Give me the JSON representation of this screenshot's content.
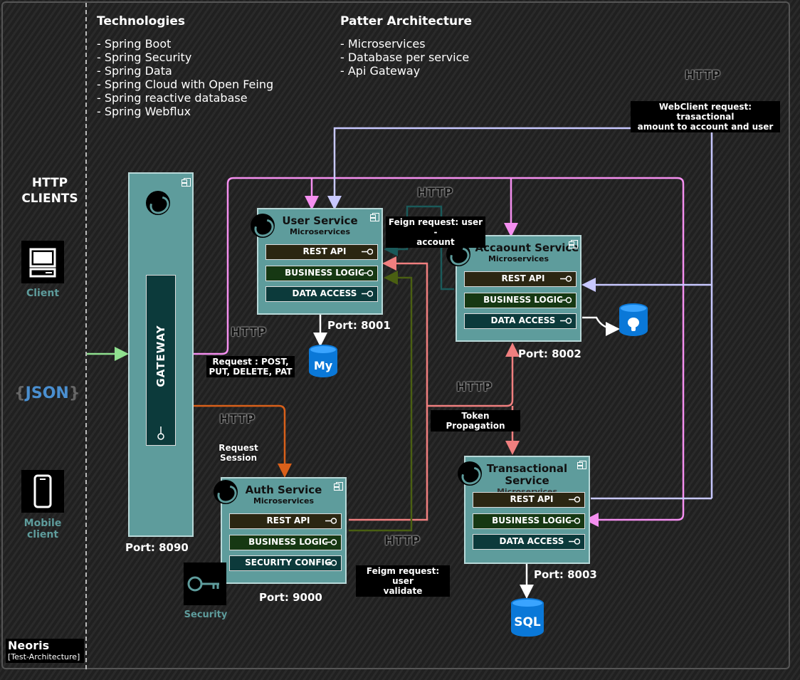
{
  "technologies": {
    "heading": "Technologies",
    "items": [
      "- Spring Boot",
      "- Spring Security",
      "- Spring Data",
      "- Spring Cloud with Open Feing",
      "- Spring reactive database",
      "- Spring Webflux"
    ]
  },
  "pattern": {
    "heading": "Patter Architecture",
    "items": [
      "- Microservices",
      "- Database per service",
      "- Api Gateway"
    ]
  },
  "clients": {
    "heading": "HTTP\nCLIENTS",
    "client_label": "Client",
    "json_label": "JSON",
    "mobile_label": "Mobile client"
  },
  "gateway": {
    "label": "GATEWAY",
    "port": "Port: 8090"
  },
  "user_service": {
    "title": "User Service",
    "subtitle": "Microservices",
    "bars": [
      "REST API",
      "BUSINESS LOGIC",
      "DATA ACCESS"
    ],
    "port": "Port: 8001",
    "db_label": "My"
  },
  "account_service": {
    "title": "Accaount Service",
    "subtitle": "Microservices",
    "bars": [
      "REST API",
      "BUSINESS LOGIC",
      "DATA ACCESS"
    ],
    "port": "Port: 8002"
  },
  "auth_service": {
    "title": "Auth Service",
    "subtitle": "Microservices",
    "bars": [
      "REST API",
      "BUSINESS LOGIC",
      "SECURITY CONFIG"
    ],
    "port": "Port: 9000"
  },
  "transactional_service": {
    "title": "Transactional\nService",
    "subtitle": "Microservices",
    "bars": [
      "REST API",
      "BUSINESS LOGIC",
      "DATA ACCESS"
    ],
    "port": "Port: 8003",
    "db_label": "SQL"
  },
  "labels": {
    "http": "HTTP",
    "webclient_note": "WebClient request: trasactional\namount to account and user",
    "feign_user_account": "Feign request: user -\naccount",
    "request_methods": "Request : POST,\nPUT, DELETE, PAT",
    "request_session": "Request Session",
    "token_propagation": "Token Propagation",
    "feign_user_validate": "Feigm request: user\nvalidate",
    "security": "Security"
  },
  "footer": {
    "company": "Neoris",
    "tag": "[Test-Architecture]"
  },
  "colors": {
    "service_fill": "#5e9c9c",
    "pink_wire": "#f58ff0",
    "lavender_wire": "#c8c8ff",
    "orange_wire": "#d9601a",
    "salmon_wire": "#f07f7f",
    "olive_wire": "#4a5f12",
    "teal_wire": "#1a5a5a",
    "green_wire": "#8fe08f"
  }
}
